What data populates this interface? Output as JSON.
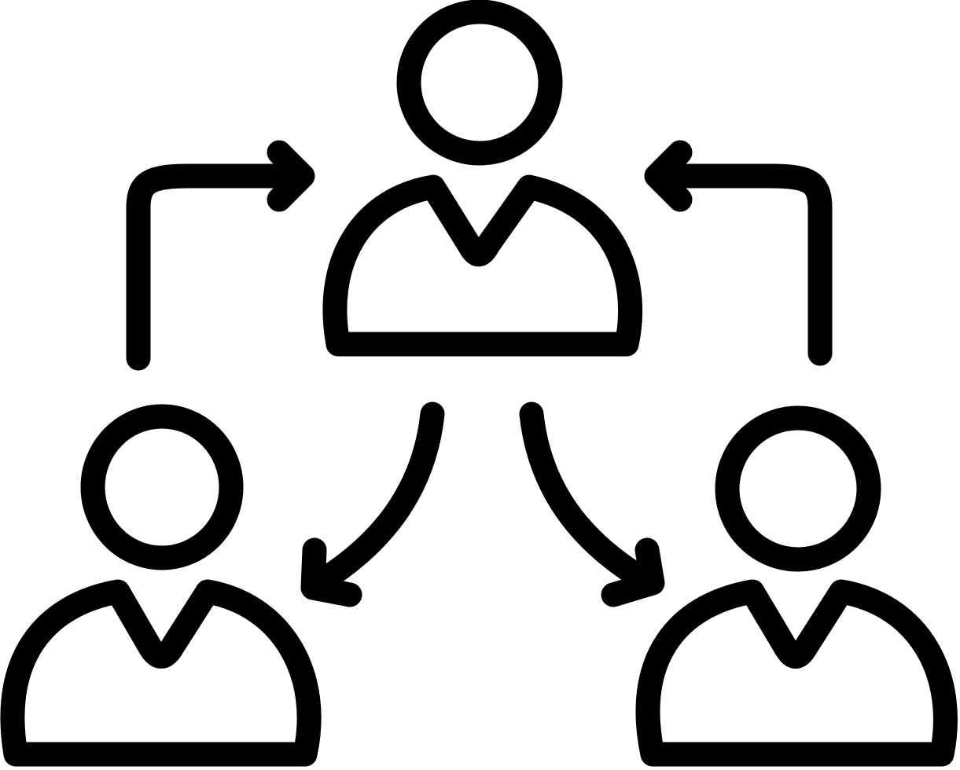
{
  "icon": "team-network-icon",
  "colors": {
    "background": "#ffffff",
    "stroke": "#000000"
  },
  "people": [
    {
      "role": "top",
      "icon": "person-icon"
    },
    {
      "role": "bottom-left",
      "icon": "person-icon"
    },
    {
      "role": "bottom-right",
      "icon": "person-icon"
    }
  ],
  "arrows": [
    {
      "from": "bottom-left",
      "to": "top",
      "icon": "arrow-up-right-icon"
    },
    {
      "from": "bottom-right",
      "to": "top",
      "icon": "arrow-up-left-icon"
    },
    {
      "from": "top",
      "to": "bottom-left",
      "icon": "arrow-curve-down-left-icon"
    },
    {
      "from": "top",
      "to": "bottom-right",
      "icon": "arrow-curve-down-right-icon"
    }
  ]
}
